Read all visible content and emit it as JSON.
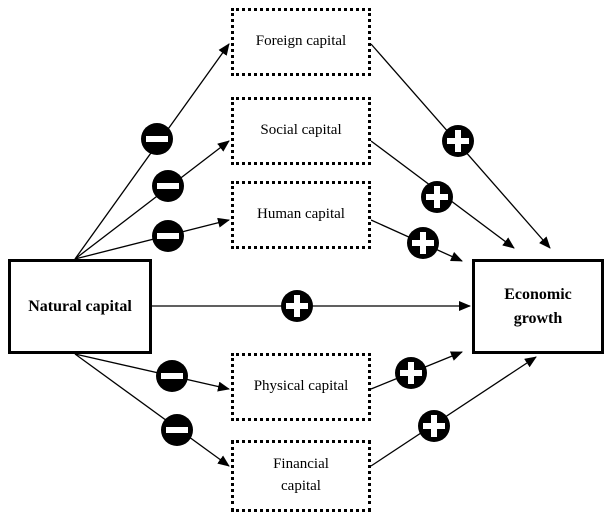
{
  "nodes": {
    "natural_capital": "Natural capital",
    "economic_growth": "Economic\ngrowth",
    "foreign_capital": "Foreign capital",
    "social_capital": "Social  capital",
    "human_capital": "Human capital",
    "physical_capital": "Physical capital",
    "financial_capital": "Financial\ncapital"
  },
  "edges": [
    {
      "from": "natural_capital",
      "to": "foreign_capital",
      "sign": "negative"
    },
    {
      "from": "natural_capital",
      "to": "social_capital",
      "sign": "negative"
    },
    {
      "from": "natural_capital",
      "to": "human_capital",
      "sign": "negative"
    },
    {
      "from": "natural_capital",
      "to": "physical_capital",
      "sign": "negative"
    },
    {
      "from": "natural_capital",
      "to": "financial_capital",
      "sign": "negative"
    },
    {
      "from": "natural_capital",
      "to": "economic_growth",
      "sign": "positive"
    },
    {
      "from": "foreign_capital",
      "to": "economic_growth",
      "sign": "positive"
    },
    {
      "from": "social_capital",
      "to": "economic_growth",
      "sign": "positive"
    },
    {
      "from": "human_capital",
      "to": "economic_growth",
      "sign": "positive"
    },
    {
      "from": "physical_capital",
      "to": "economic_growth",
      "sign": "positive"
    },
    {
      "from": "financial_capital",
      "to": "economic_growth",
      "sign": "positive"
    }
  ],
  "colors": {
    "ink": "#000000",
    "background": "#ffffff"
  }
}
